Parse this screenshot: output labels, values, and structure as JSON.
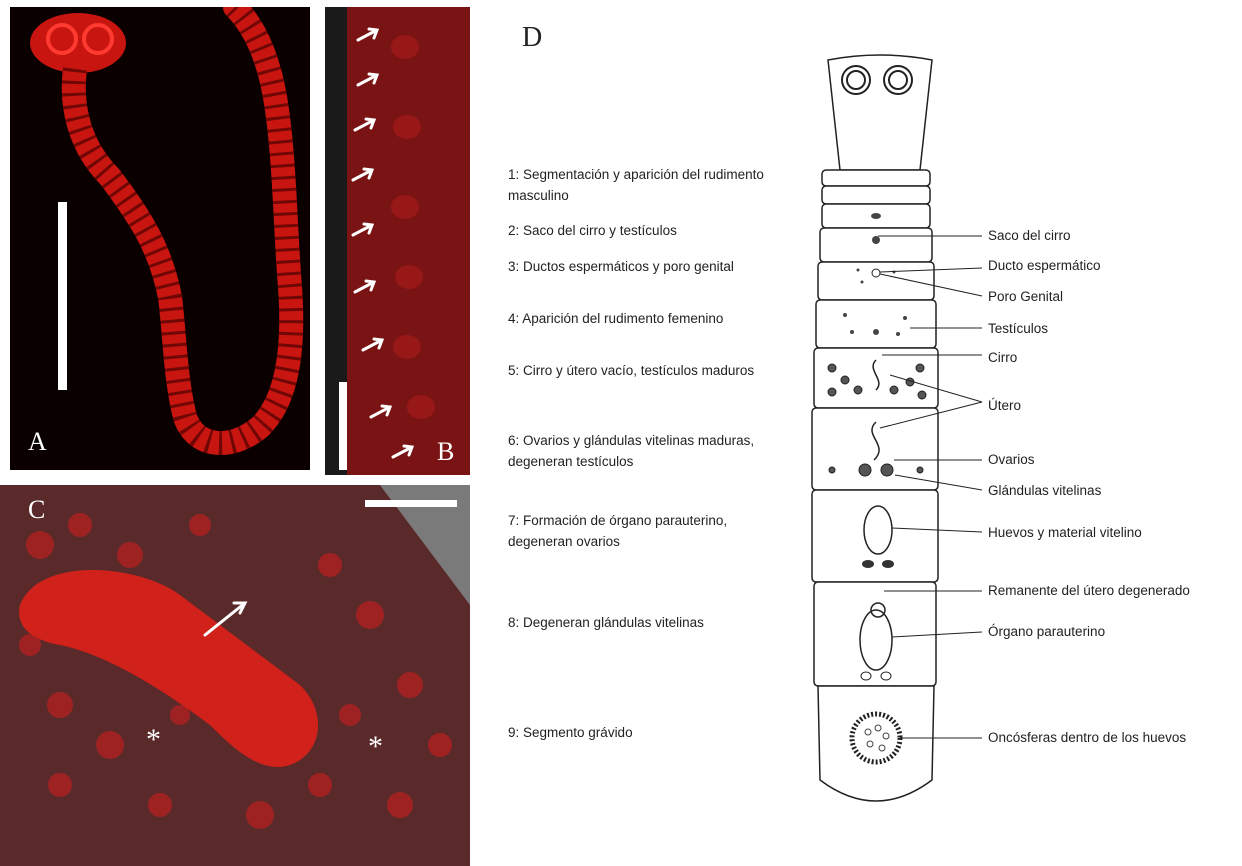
{
  "panels": {
    "a": "A",
    "b": "B",
    "c": "C",
    "d": "D"
  },
  "stages": [
    "1: Segmentación y aparición del rudimento masculino",
    "2: Saco del cirro y testículos",
    "3: Ductos espermáticos y poro genital",
    "4: Aparición del rudimento femenino",
    "5: Cirro y útero vacío, testículos maduros",
    "6: Ovarios y glándulas vitelinas maduras, degeneran testículos",
    "7: Formación de órgano parauterino, degeneran ovarios",
    "8: Degeneran glándulas vitelinas",
    "9: Segmento grávido"
  ],
  "anatomy_labels": [
    "Saco del cirro",
    "Ducto espermático",
    "Poro Genital",
    "Testículos",
    "Cirro",
    "Útero",
    "Ovarios",
    "Glándulas vitelinas",
    "Huevos y material vitelino",
    "Remanente del útero degenerado",
    "Órgano parauterino",
    "Oncósferas dentro de los huevos"
  ],
  "markers": {
    "asterisk": "*"
  },
  "colors": {
    "fluorescence": "#d81a14",
    "background": "#0a0000"
  }
}
